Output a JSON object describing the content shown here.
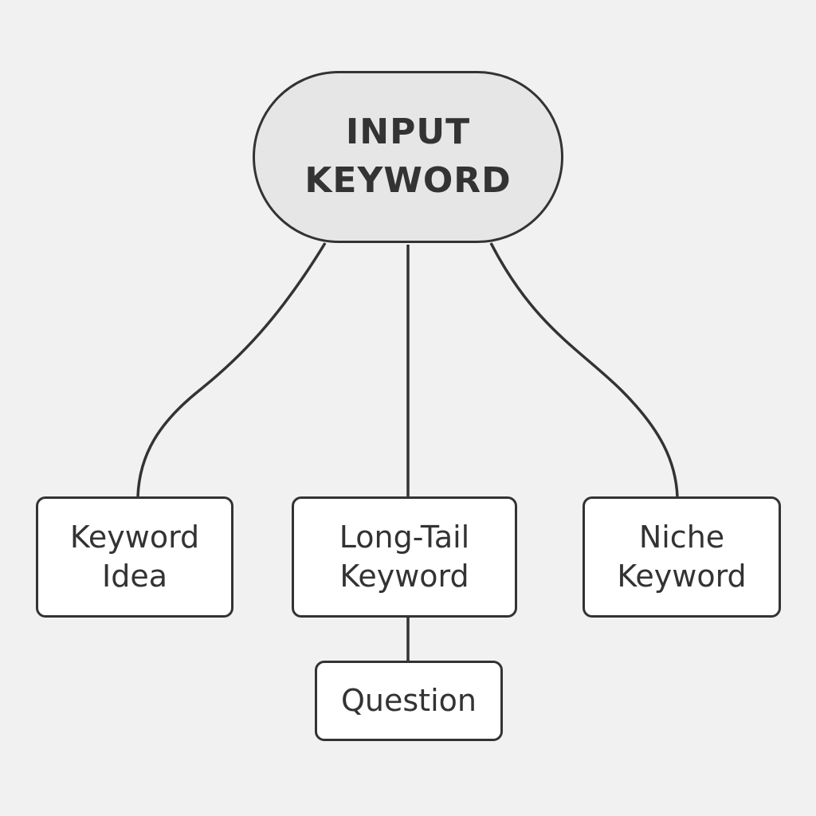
{
  "diagram": {
    "root": {
      "line1": "INPUT",
      "line2": "KEYWORD"
    },
    "children": [
      {
        "line1": "Keyword",
        "line2": "Idea"
      },
      {
        "line1": "Long-Tail",
        "line2": "Keyword"
      },
      {
        "line1": "Niche",
        "line2": "Keyword"
      }
    ],
    "grandchild": {
      "label": "Question"
    },
    "colors": {
      "background": "#f1f1f1",
      "stroke": "#333333",
      "root_fill": "#e6e6e6",
      "node_fill": "#ffffff"
    }
  }
}
